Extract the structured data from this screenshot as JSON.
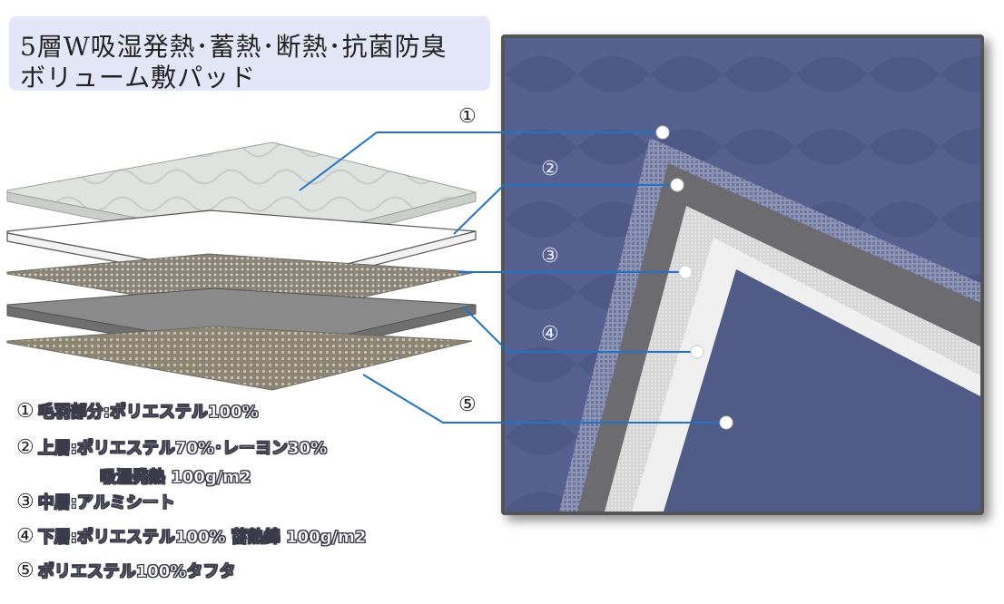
{
  "title": {
    "line1": "5層W吸湿発熱･蓄熱･断熱･抗菌防臭",
    "line2": "ボリューム敷パッド"
  },
  "markers": [
    {
      "num": "①"
    },
    {
      "num": "②"
    },
    {
      "num": "③"
    },
    {
      "num": "④"
    },
    {
      "num": "⑤"
    }
  ],
  "specs": [
    {
      "num": "①",
      "text": "毛羽部分:ポリエステル100%"
    },
    {
      "num": "②",
      "text": "上層:ポリエステル70%･レーヨン30%"
    },
    {
      "num": "",
      "text": "吸湿発熱 100g/m2"
    },
    {
      "num": "③",
      "text": "中層:アルミシート"
    },
    {
      "num": "④",
      "text": "下層:ポリエステル100% 蓄熱綿 100g/m2"
    },
    {
      "num": "⑤",
      "text": "ポリエステル100%タフタ"
    }
  ],
  "colors": {
    "title_bg": "#e3e6f7",
    "line": "#1f73c8",
    "fleece": "#4f5b8a"
  }
}
